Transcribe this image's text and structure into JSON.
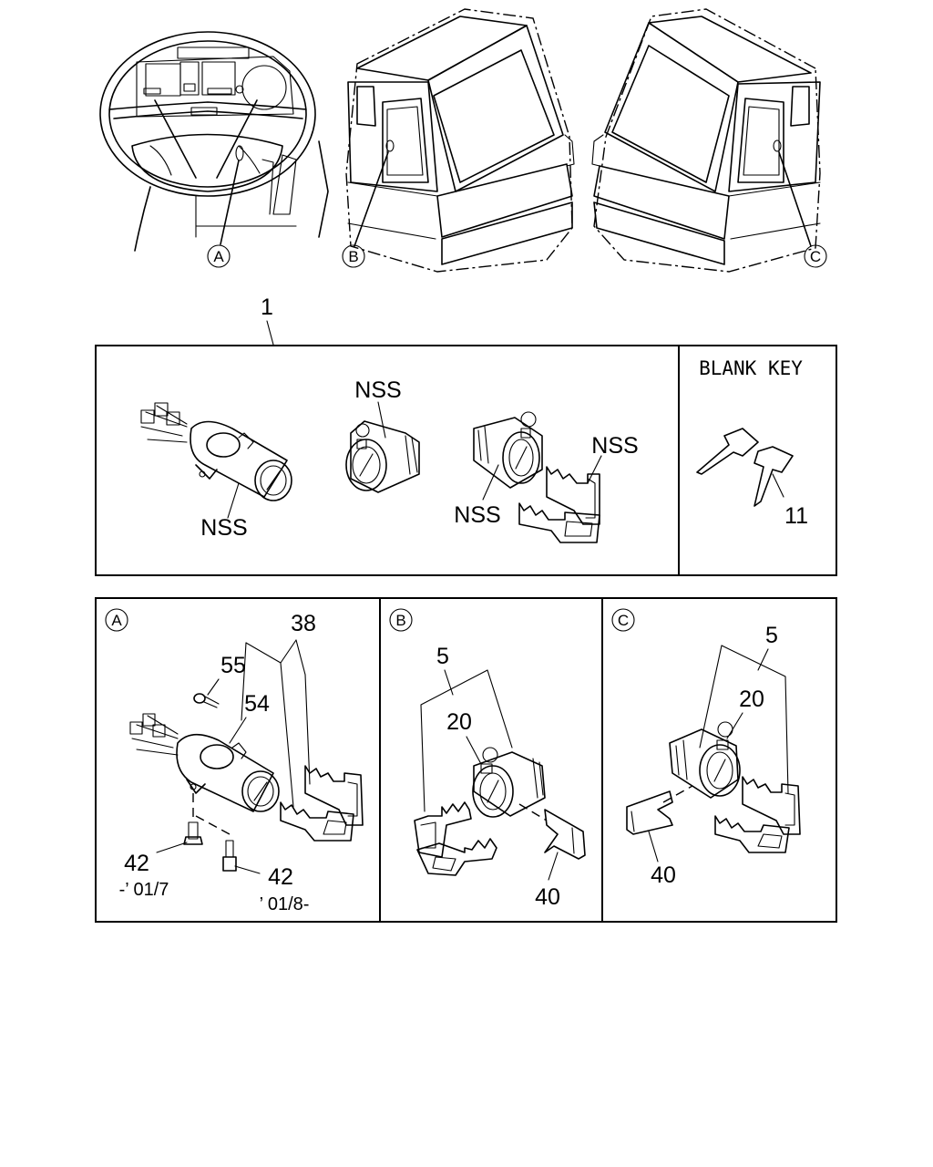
{
  "callouts": {
    "view_a": "A",
    "view_b": "B",
    "view_c": "C",
    "assembly_number": "1"
  },
  "set_panel": {
    "nss_ignition": "NSS",
    "nss_door_cyl": "NSS",
    "nss_cyl_right": "NSS",
    "nss_key": "NSS",
    "blank_key_title": "BLANK KEY",
    "blank_key_part": "11"
  },
  "detail_a": {
    "badge": "A",
    "part_38": "38",
    "part_55": "55",
    "part_54": "54",
    "part_42a": "42",
    "part_42a_note": "-’ 01/7",
    "part_42b": "42",
    "part_42b_note": "’ 01/8-"
  },
  "detail_b": {
    "badge": "B",
    "part_5": "5",
    "part_20": "20",
    "part_40": "40"
  },
  "detail_c": {
    "badge": "C",
    "part_5": "5",
    "part_20": "20",
    "part_40": "40"
  }
}
